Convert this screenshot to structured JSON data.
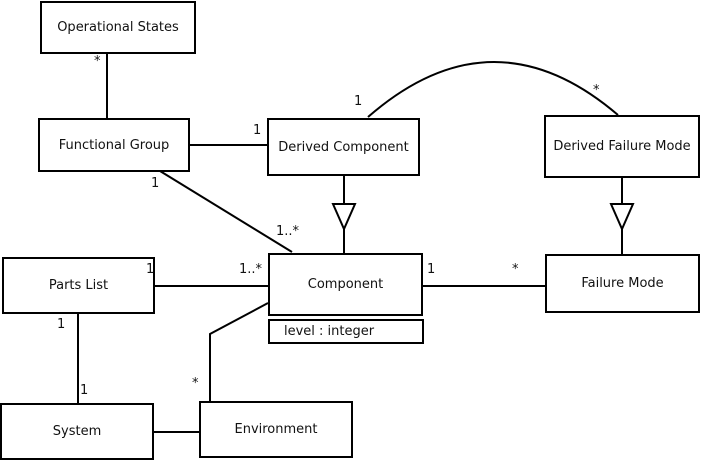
{
  "diagram": {
    "kind": "uml-class-diagram",
    "colors": {
      "line": "#000000",
      "box_fill": "#ffffff",
      "background": "#ffffff",
      "text": "#111111"
    },
    "nodes": {
      "operational_states": "Operational States",
      "functional_group": "Functional Group",
      "derived_component": "Derived Component",
      "derived_failure_mode": "Derived Failure Mode",
      "parts_list": "Parts List",
      "component": "Component",
      "component_attribute": "level : integer",
      "failure_mode": "Failure Mode",
      "system": "System",
      "environment": "Environment"
    },
    "multiplicities": {
      "opstates_funcgroup_star": "*",
      "funcgroup_derivedcomp_one": "1",
      "funcgroup_component_one": "1",
      "funcgroup_component_many": "1..*",
      "derivedcomp_arc_one": "1",
      "derivedfm_arc_star": "*",
      "partslist_component_one": "1",
      "partslist_component_many": "1..*",
      "component_failuremode_one": "1",
      "component_failuremode_star": "*",
      "partslist_system_one_upper": "1",
      "partslist_system_one_lower": "1",
      "environment_component_star": "*"
    },
    "relationships": [
      "Operational States (*) — Functional Group",
      "Functional Group — (1) Derived Component",
      "Functional Group (1) — (1..*) Component",
      "Derived Component —▷ Component (generalization)",
      "Derived Component (1) — (*) Derived Failure Mode (arc)",
      "Derived Failure Mode —▷ Failure Mode (generalization)",
      "Parts List (1) — (1..*) Component",
      "Component (1) — (*) Failure Mode",
      "Parts List (1) — (1) System",
      "System — Environment",
      "Environment (*) — Component"
    ]
  }
}
